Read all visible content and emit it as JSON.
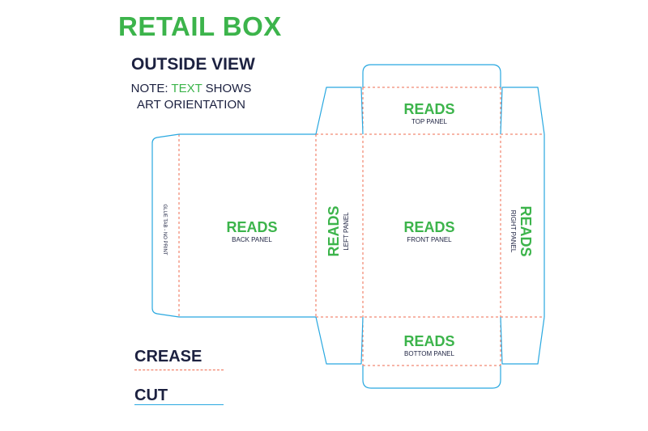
{
  "title": "RETAIL BOX",
  "subtitle": "OUTSIDE VIEW",
  "note": {
    "prefix": "NOTE: ",
    "highlight": "TEXT",
    "suffix": " SHOWS",
    "line2": "ART ORIENTATION"
  },
  "panels": {
    "top": {
      "reads": "READS",
      "label": "TOP PANEL"
    },
    "back": {
      "reads": "READS",
      "label": "BACK PANEL"
    },
    "left": {
      "reads": "READS",
      "label": "LEFT PANEL"
    },
    "front": {
      "reads": "READS",
      "label": "FRONT PANEL"
    },
    "right": {
      "reads": "READS",
      "label": "RIGHT PANEL"
    },
    "bottom": {
      "reads": "READS",
      "label": "BOTTOM PANEL"
    },
    "glue": {
      "label": "GLUE TAB - NO PRINT"
    }
  },
  "legend": {
    "crease": "CREASE",
    "cut": "CUT"
  },
  "colors": {
    "green": "#3cb44b",
    "navy": "#1c2140",
    "cut_line": "#29a8e0",
    "crease_line": "#ef6b4f"
  }
}
